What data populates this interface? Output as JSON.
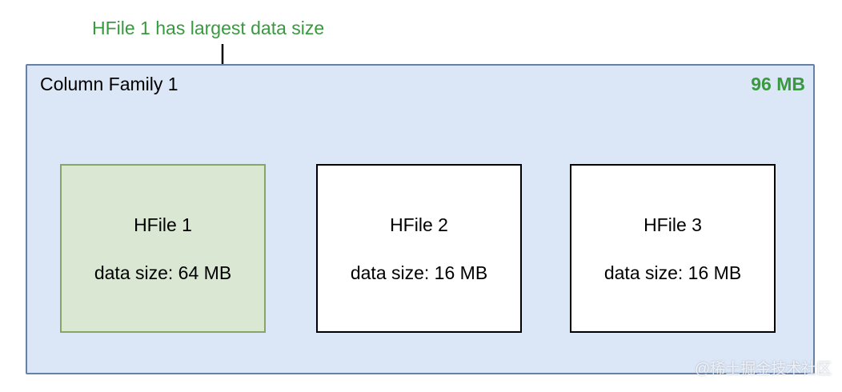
{
  "annotation": {
    "label": "HFile 1 has largest data size"
  },
  "column_family": {
    "title": "Column Family 1",
    "total_size": "96 MB",
    "hfiles": [
      {
        "name": "HFile 1",
        "size_label": "data size: 64 MB",
        "highlighted": true
      },
      {
        "name": "HFile 2",
        "size_label": "data size: 16 MB",
        "highlighted": false
      },
      {
        "name": "HFile 3",
        "size_label": "data size: 16 MB",
        "highlighted": false
      }
    ]
  },
  "watermark": {
    "text": "@稀土掘金技术社区"
  },
  "colors": {
    "accent-green": "#38993e",
    "container-fill": "#dbe6f6",
    "container-border": "#6780a6",
    "highlight-fill": "#dae8d3",
    "highlight-border": "#87a563",
    "box-fill": "#ffffff",
    "box-border": "#000000",
    "arrow-color": "#000000",
    "text-color": "#000000"
  }
}
